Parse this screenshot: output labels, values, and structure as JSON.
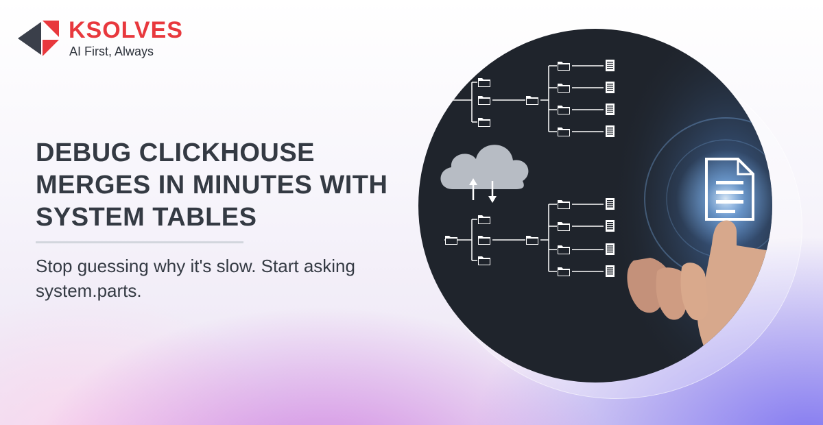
{
  "brand": {
    "name": "KSOLVES",
    "tagline": "AI First, Always",
    "colors": {
      "primary": "#e8383d",
      "dark": "#3a3f4a"
    }
  },
  "hero": {
    "headline": "DEBUG CLICKHOUSE MERGES IN MINUTES WITH SYSTEM TABLES",
    "subheadline": "Stop guessing why it's slow. Start asking system.parts."
  },
  "illustration": {
    "icons": [
      "cloud-icon",
      "upload-arrow-icon",
      "download-arrow-icon",
      "folder-icon",
      "document-icon",
      "hand-touch"
    ],
    "colors": {
      "circle_bg": "#1f242c",
      "glow": "#8fc6ff"
    }
  }
}
